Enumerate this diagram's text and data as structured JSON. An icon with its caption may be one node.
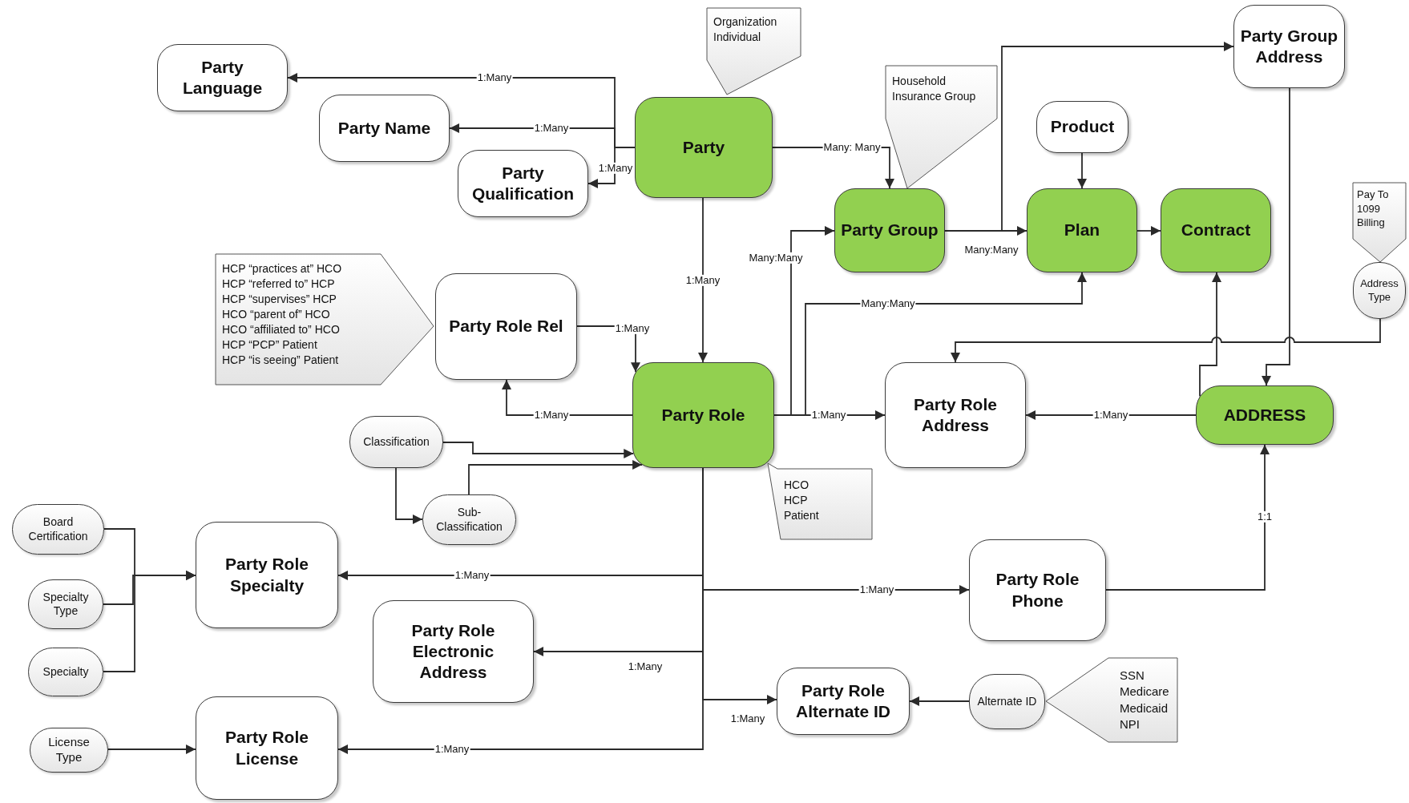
{
  "diagram": {
    "nodes": [
      {
        "text": [
          "Party Language"
        ]
      },
      {
        "text": [
          "Party Name"
        ]
      },
      {
        "text": [
          "Party Qualification"
        ]
      },
      {
        "text": [
          "Party"
        ]
      },
      {
        "text": [
          "Organization",
          "Individual"
        ]
      },
      {
        "text": [
          "Party Group Address"
        ]
      },
      {
        "text": [
          "Household",
          "Insurance Group"
        ]
      },
      {
        "text": [
          "Product"
        ]
      },
      {
        "text": [
          "Party Group"
        ]
      },
      {
        "text": [
          "Plan"
        ]
      },
      {
        "text": [
          "Contract"
        ]
      },
      {
        "text": [
          "Pay To",
          "1099",
          "Billing"
        ]
      },
      {
        "text": [
          "Address Type"
        ]
      },
      {
        "text": [
          "HCP “practices at” HCO",
          "HCP “referred to” HCP",
          "HCP “supervises” HCP",
          "HCO “parent of” HCO",
          "HCO “affiliated to” HCO",
          "HCP “PCP” Patient",
          "HCP “is seeing” Patient"
        ]
      },
      {
        "text": [
          "Party Role Rel"
        ]
      },
      {
        "text": [
          "Party Role"
        ]
      },
      {
        "text": [
          "Party Role Address"
        ]
      },
      {
        "text": [
          "ADDRESS"
        ]
      },
      {
        "text": [
          "Classification"
        ]
      },
      {
        "text": [
          "Sub-Classification"
        ]
      },
      {
        "text": [
          "HCO",
          "HCP",
          "Patient"
        ]
      },
      {
        "text": [
          "Board Certification"
        ]
      },
      {
        "text": [
          "Party Role Specialty"
        ]
      },
      {
        "text": [
          "Party Role Phone"
        ]
      },
      {
        "text": [
          "Specialty Type"
        ]
      },
      {
        "text": [
          "Party Role Electronic Address"
        ]
      },
      {
        "text": [
          "Specialty"
        ]
      },
      {
        "text": [
          "Party Role Alternate ID"
        ]
      },
      {
        "text": [
          "Alternate ID"
        ]
      },
      {
        "text": [
          "SSN",
          "Medicare",
          "Medicaid",
          "NPI"
        ]
      },
      {
        "text": [
          "License Type"
        ]
      },
      {
        "text": [
          "Party Role License"
        ]
      }
    ],
    "edges": [
      {
        "from": 3,
        "to": 0,
        "arrow": "to",
        "label": "1:Many"
      },
      {
        "from": 3,
        "to": 1,
        "arrow": "to",
        "label": "1:Many"
      },
      {
        "from": 3,
        "to": 2,
        "arrow": "to",
        "label": "1:Many"
      },
      {
        "from": 3,
        "to": 8,
        "arrow": "to",
        "label": "Many: Many"
      },
      {
        "from": 3,
        "to": 15,
        "arrow": "to",
        "label": "1:Many"
      },
      {
        "from": 8,
        "to": 9,
        "arrow": "to",
        "label": "Many:Many"
      },
      {
        "from": 8,
        "to": 5,
        "arrow": "to"
      },
      {
        "from": 7,
        "to": 9,
        "arrow": "to"
      },
      {
        "from": 9,
        "to": 10,
        "arrow": "to"
      },
      {
        "from": 15,
        "to": 8,
        "arrow": "to",
        "label": "Many:Many"
      },
      {
        "from": 15,
        "to": 9,
        "arrow": "to",
        "label": "Many:Many"
      },
      {
        "from": 15,
        "to": 16,
        "arrow": "to",
        "label": "1:Many"
      },
      {
        "from": 17,
        "to": 16,
        "arrow": "to",
        "label": "1:Many"
      },
      {
        "from": 17,
        "to": 10,
        "arrow": "to"
      },
      {
        "from": 5,
        "to": 17,
        "arrow": "to"
      },
      {
        "from": 12,
        "to": 16,
        "arrow": "to"
      },
      {
        "from": 23,
        "to": 17,
        "arrow": "to",
        "label": "1:1"
      },
      {
        "from": 14,
        "to": 15,
        "arrow": "to",
        "label": "1:Many"
      },
      {
        "from": 15,
        "to": 14,
        "arrow": "to",
        "label": "1:Many"
      },
      {
        "from": 18,
        "to": 15,
        "arrow": "to"
      },
      {
        "from": 18,
        "to": 19,
        "arrow": "to"
      },
      {
        "from": 19,
        "to": 15,
        "arrow": "to"
      },
      {
        "from": 15,
        "to": 22,
        "arrow": "to",
        "label": "1:Many"
      },
      {
        "from": 15,
        "to": 23,
        "arrow": "to",
        "label": "1:Many"
      },
      {
        "from": 15,
        "to": 25,
        "arrow": "to",
        "label": "1:Many"
      },
      {
        "from": 15,
        "to": 27,
        "arrow": "to",
        "label": "1:Many"
      },
      {
        "from": 15,
        "to": 31,
        "arrow": "to",
        "label": "1:Many"
      },
      {
        "from": 21,
        "to": 22,
        "arrow": "to"
      },
      {
        "from": 24,
        "to": 22,
        "arrow": "to"
      },
      {
        "from": 26,
        "to": 22,
        "arrow": "to"
      },
      {
        "from": 30,
        "to": 31,
        "arrow": "to"
      },
      {
        "from": 28,
        "to": 27,
        "arrow": "to"
      }
    ]
  }
}
